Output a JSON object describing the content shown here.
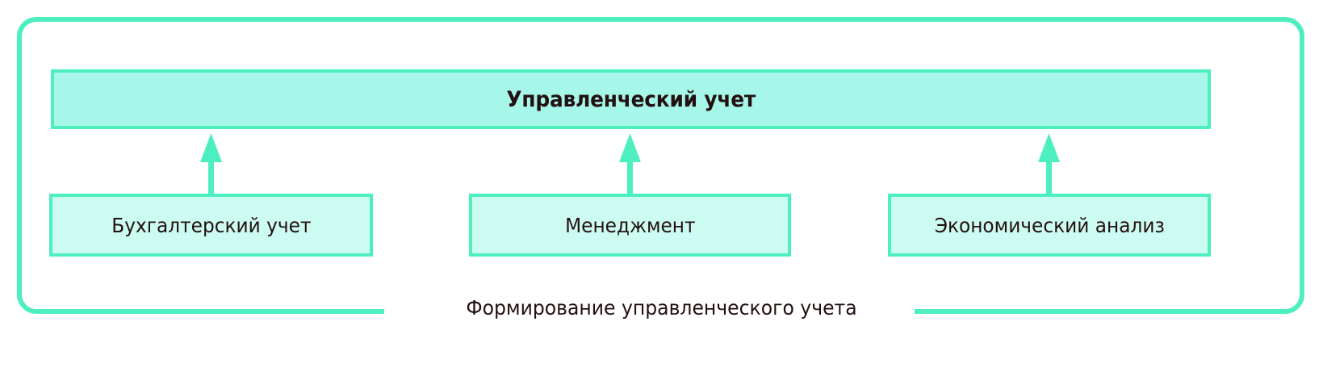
{
  "diagram": {
    "caption": "Формирование управленческого учета",
    "parent": {
      "label": "Управленческий учет"
    },
    "children": [
      {
        "label": "Бухгалтерский учет"
      },
      {
        "label": "Менеджмент"
      },
      {
        "label": "Экономический анализ"
      }
    ],
    "connectors": [
      {
        "from": "Бухгалтерский учет",
        "to": "Управленческий учет",
        "style": "arrow-up"
      },
      {
        "from": "Менеджмент",
        "to": "Управленческий учет",
        "style": "arrow-up"
      },
      {
        "from": "Экономический анализ",
        "to": "Управленческий учет",
        "style": "arrow-up"
      }
    ],
    "colors": {
      "accent_line": "#4DEFC0",
      "parent_fill": "#A6F7EA",
      "child_fill": "#CCFBF1",
      "text": "#231010",
      "background": "#FFFFFF"
    }
  }
}
